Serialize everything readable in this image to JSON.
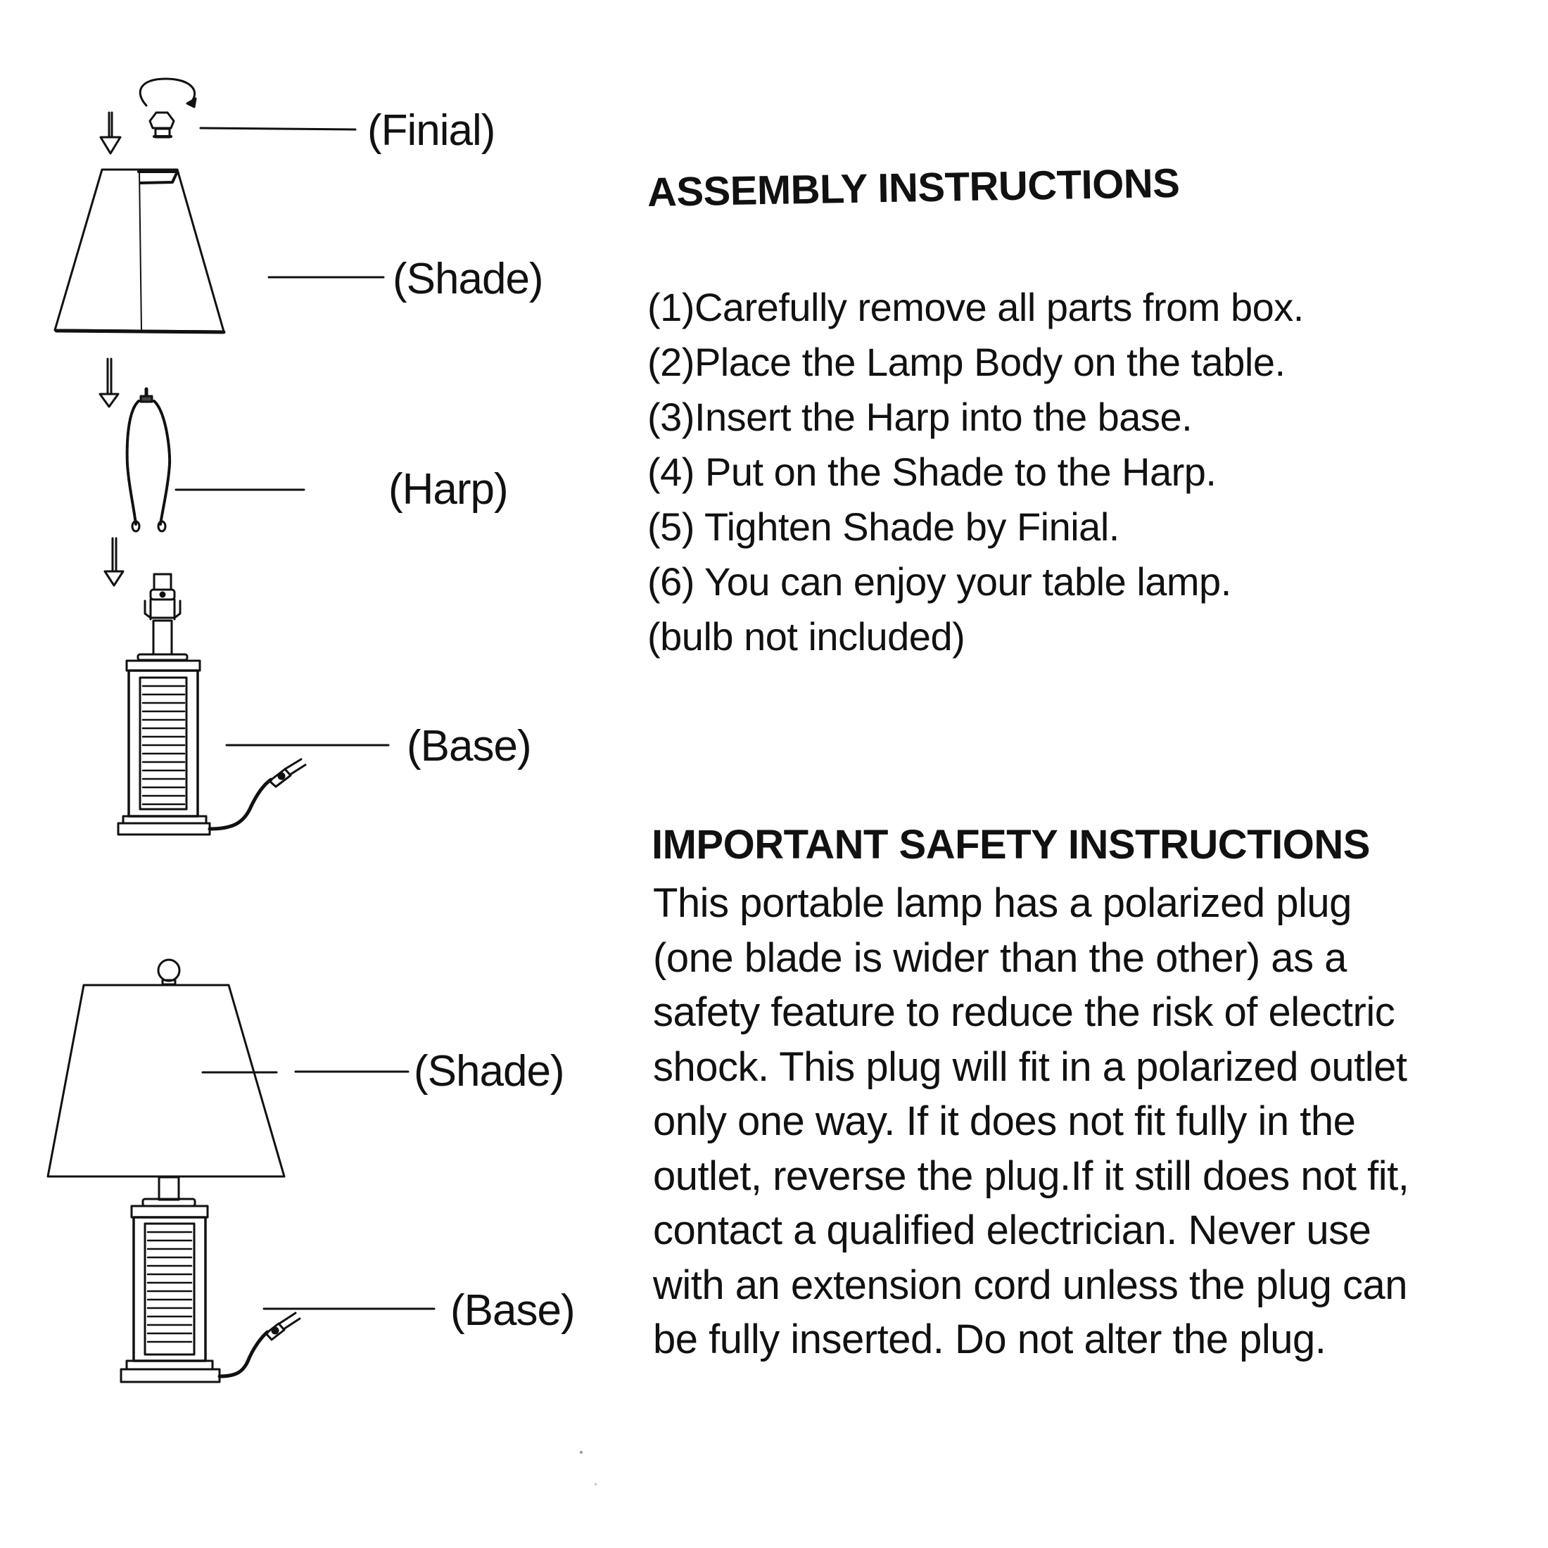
{
  "diagram": {
    "exploded_view": {
      "labels": {
        "finial": "(Finial)",
        "shade": "(Shade)",
        "harp": "(Harp)",
        "base": "(Base)"
      },
      "icons": [
        "down-arrow-icon",
        "rotate-arrow-icon",
        "finial-icon",
        "shade-icon",
        "harp-icon",
        "lamp-base-icon",
        "plug-icon"
      ]
    },
    "assembled_view": {
      "labels": {
        "shade": "(Shade)",
        "base": "(Base)"
      },
      "icons": [
        "assembled-lamp-icon",
        "plug-icon"
      ]
    }
  },
  "assembly": {
    "title": "ASSEMBLY INSTRUCTIONS",
    "steps": [
      "(1)Carefully remove all parts from box.",
      "(2)Place the Lamp Body on the table.",
      "(3)Insert the Harp into the base.",
      "(4) Put on the Shade to the Harp.",
      "(5) Tighten Shade by Finial.",
      "(6) You can enjoy your table lamp.",
      "(bulb not included)"
    ]
  },
  "safety": {
    "title": "IMPORTANT SAFETY INSTRUCTIONS",
    "lines": [
      "This portable lamp has a polarized plug",
      "(one blade is wider than the other) as a",
      "safety feature to reduce the risk of electric",
      "shock. This plug will fit in a polarized outlet",
      "only one way. If it does not fit fully in the",
      "outlet, reverse the plug.If it still does not fit,",
      "contact a qualified electrician. Never use",
      "with an extension cord unless the plug can",
      "be fully inserted. Do not alter the plug."
    ]
  },
  "colors": {
    "background": "#ffffff",
    "ink": "#111111"
  }
}
